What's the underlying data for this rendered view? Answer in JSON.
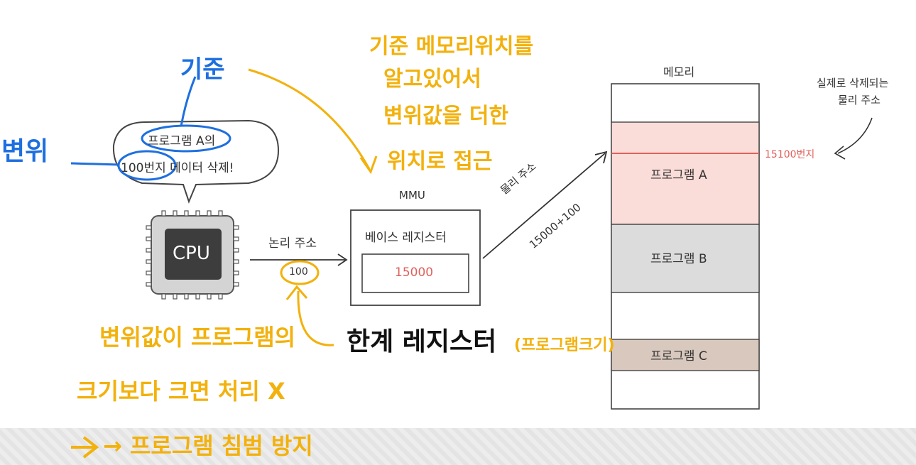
{
  "speech_bubble": {
    "line1": "프로그램 A의",
    "line2": "100번지 데이터 삭제!"
  },
  "cpu": {
    "label": "CPU"
  },
  "logical_address": {
    "label": "논리 주소",
    "value": "100"
  },
  "mmu": {
    "title": "MMU",
    "register_label": "베이스 레지스터",
    "register_value": "15000"
  },
  "physical_address": {
    "label": "물리 주소",
    "formula": "15000+100"
  },
  "memory": {
    "title": "메모리",
    "segments": [
      {
        "label": "프로그램 A",
        "color": "#fadcd8"
      },
      {
        "label": "프로그램 B",
        "color": "#dcdcdc"
      },
      {
        "label": "프로그램 C",
        "color": "#d8c8bd"
      }
    ],
    "address_marker": "15100번지",
    "note_line1": "실제로 삭제되는",
    "note_line2": "물리 주소"
  },
  "handwritten": {
    "base_word": "기준",
    "offset_word": "변위",
    "top_note": [
      "기준 메모리위치를",
      "알고있어서",
      "변위값을 더한",
      "위치로 접근"
    ],
    "limit_register": "한계 레지스터",
    "limit_register_paren": "(프로그램크기)",
    "bottom_note": [
      "변위값이 프로그램의",
      "크기보다 크면  처리 X",
      "→ 프로그램 침범 방지"
    ]
  },
  "colors": {
    "handwriting_yellow": "#f2b10c",
    "handwriting_blue": "#1e6fe0",
    "red_accent": "#e0605a"
  }
}
